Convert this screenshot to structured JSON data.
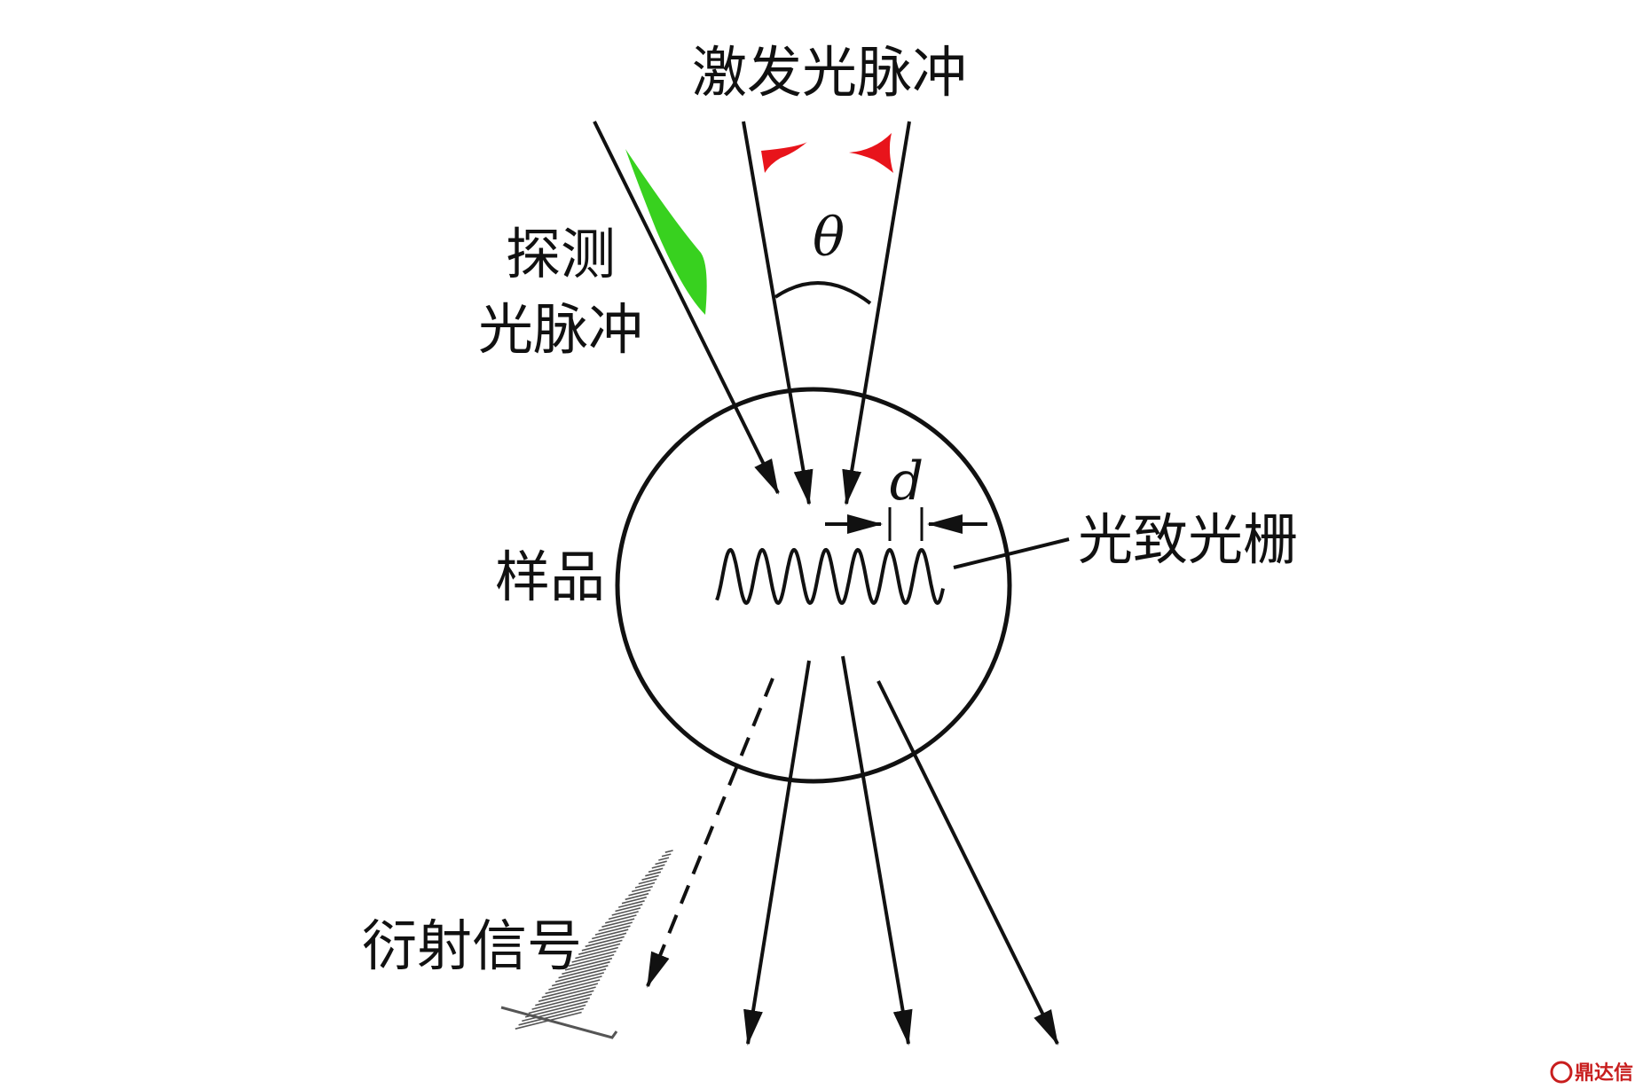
{
  "labels": {
    "excitation_pulse": "激发光脉冲",
    "probe_pulse_line1": "探测",
    "probe_pulse_line2": "光脉冲",
    "angle_symbol": "θ",
    "spacing_symbol": "d",
    "grating": "光致光栅",
    "sample": "样品",
    "diffraction_signal": "衍射信号"
  },
  "watermark": {
    "text": "鼎达信"
  },
  "colors": {
    "line": "#111111",
    "excitation_pulse": "#e8141b",
    "probe_pulse": "#38d11f",
    "signal_waveform": "#555555",
    "watermark": "#c81e1e"
  }
}
